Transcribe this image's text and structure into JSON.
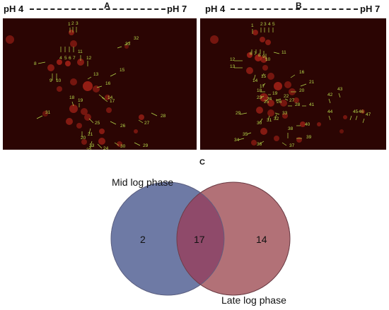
{
  "panel_a": {
    "letter": "A",
    "ph_left": "pH 4",
    "ph_right": "pH  7",
    "spots": [
      "1",
      "2",
      "3",
      "4",
      "5",
      "6",
      "7",
      "8",
      "9",
      "10",
      "11",
      "12",
      "13",
      "14",
      "15",
      "16",
      "17",
      "18",
      "19",
      "20",
      "21",
      "22",
      "23",
      "24",
      "25",
      "26",
      "27",
      "28",
      "29",
      "30",
      "31",
      "32",
      "33"
    ]
  },
  "panel_b": {
    "letter": "B",
    "ph_left": "pH 4",
    "ph_right": "pH  7",
    "spots": [
      "1",
      "2",
      "3",
      "4",
      "5",
      "6",
      "7",
      "8",
      "9",
      "10",
      "11",
      "12",
      "13",
      "14",
      "15",
      "16",
      "17",
      "18",
      "19",
      "20",
      "21",
      "22",
      "23",
      "24",
      "25",
      "26",
      "27",
      "28",
      "29",
      "30",
      "31",
      "32",
      "33",
      "34",
      "35",
      "36",
      "37",
      "38",
      "39",
      "40",
      "41",
      "42",
      "43",
      "44",
      "45",
      "46",
      "47"
    ]
  },
  "panel_c": {
    "letter": "C",
    "left_label": "Mid log phase",
    "right_label": "Late log phase",
    "left_only": "2",
    "overlap": "17",
    "right_only": "14",
    "colors": {
      "left": "#6e7aa5",
      "right": "#b27177",
      "overlap": "#8f4a6a",
      "gel_bg": "#2b0503",
      "spot": "#c0281c",
      "arrow": "#b5d84a"
    }
  }
}
